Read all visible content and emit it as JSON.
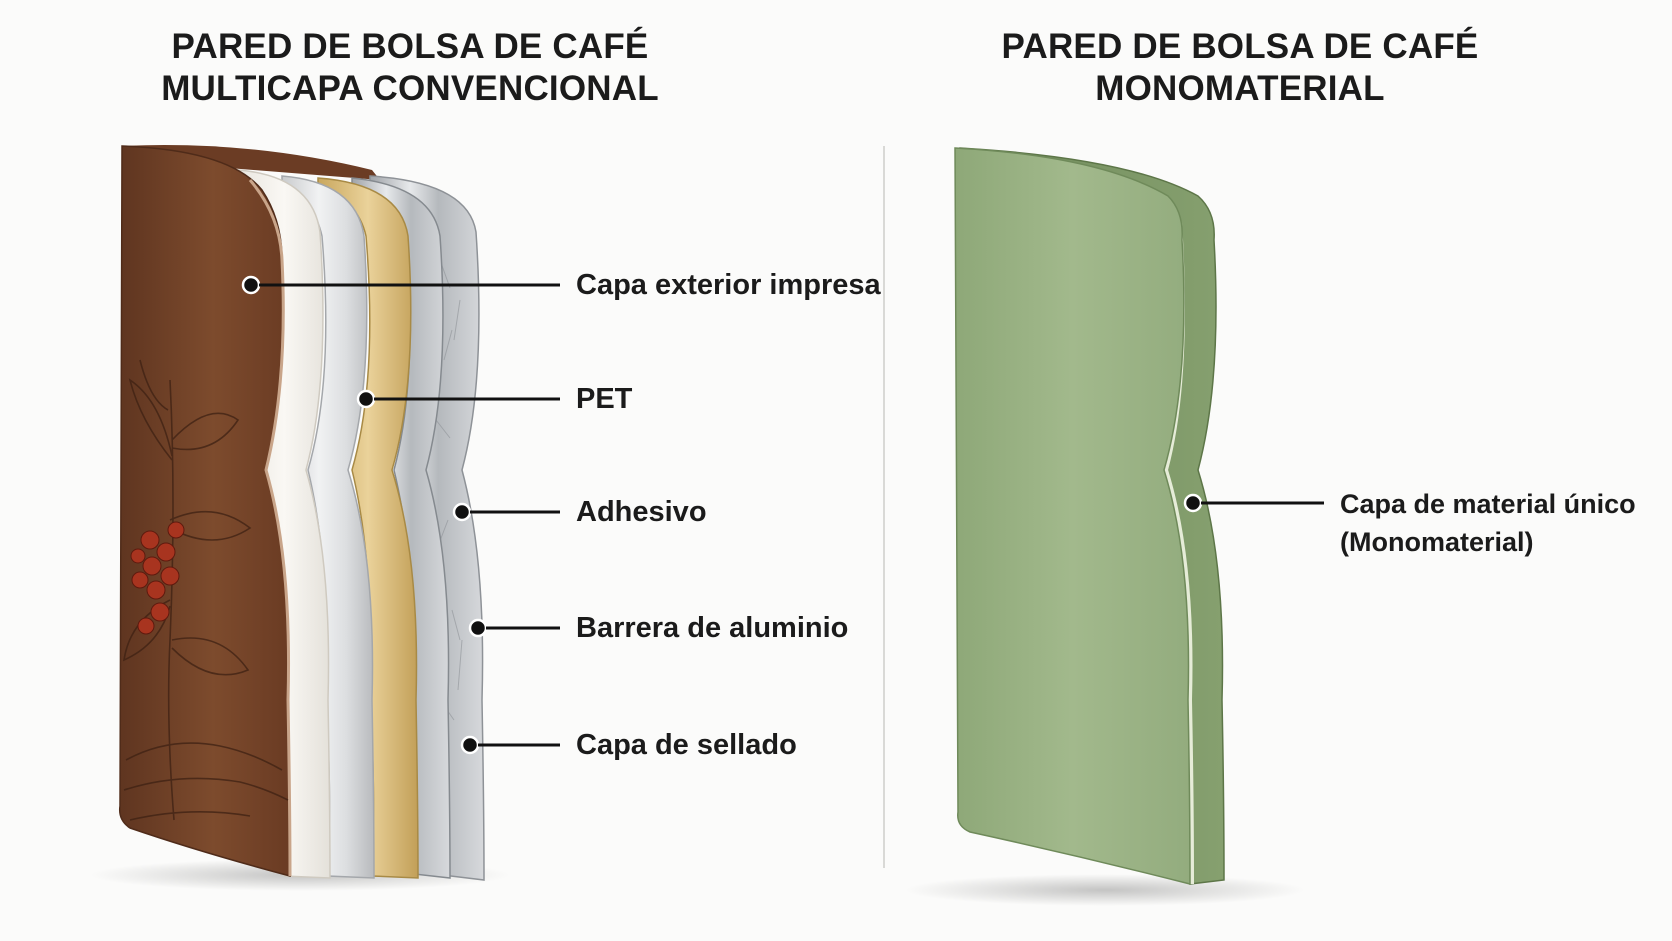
{
  "left_panel": {
    "title": [
      "PARED DE BOLSA DE CAFÉ",
      "MULTICAPA CONVENCIONAL"
    ],
    "layers": [
      {
        "label": "Capa exterior impresa",
        "color": "#7a4a2c"
      },
      {
        "label": "PET",
        "color": "#d9d9d9"
      },
      {
        "label": "Adhesivo",
        "color": "#d9bd7c"
      },
      {
        "label": "Barrera de aluminio",
        "color": "#bfc3c7"
      },
      {
        "label": "Capa de sellado",
        "color": "#c6c8cc"
      }
    ]
  },
  "right_panel": {
    "title": [
      "PARED DE BOLSA DE CAFÉ",
      "MONOMATERIAL"
    ],
    "layer": {
      "label": [
        "Capa de material único",
        "(Monomaterial)"
      ],
      "color": "#9bb285"
    }
  }
}
